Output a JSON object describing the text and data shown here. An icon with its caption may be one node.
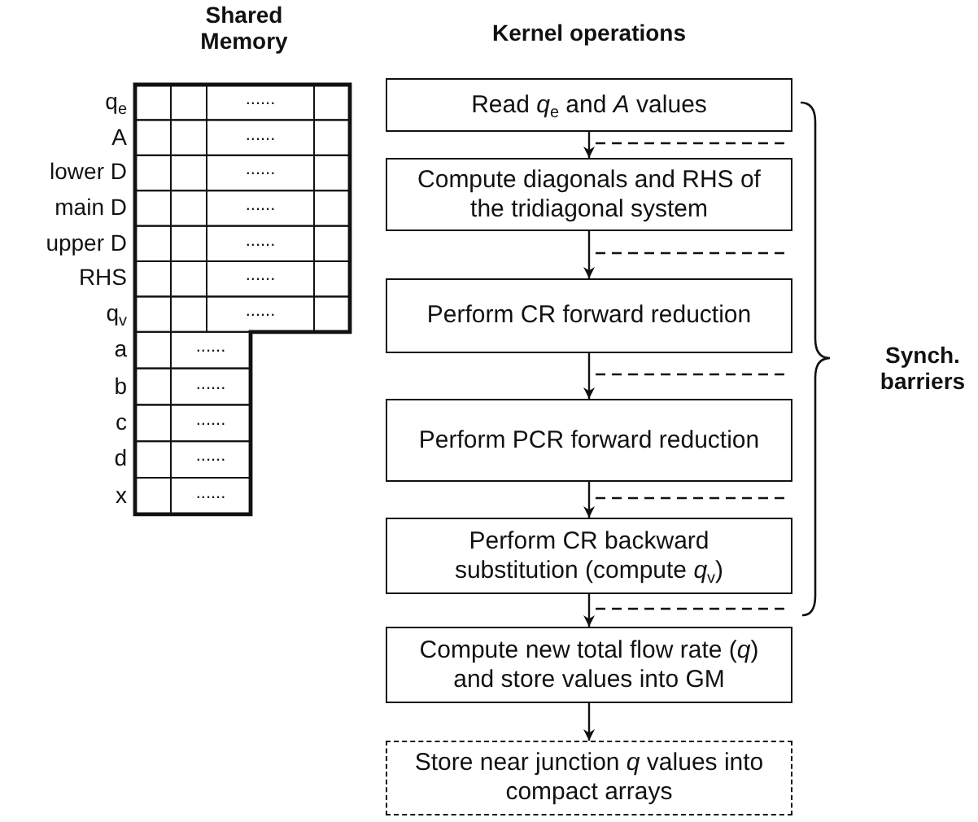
{
  "diagram": {
    "nodes": [
      {
        "text": [
          "Read *q*$_{e}$ and *A* values"
        ]
      },
      {
        "text": [
          "Compute diagonals and RHS of the tridiagonal system"
        ]
      },
      {
        "text": [
          "Perform CR forward reduction"
        ]
      },
      {
        "text": [
          "Perform PCR forward reduction"
        ]
      },
      {
        "text": [
          "Perform CR backward substitution (compute *q*$_{v}$)"
        ]
      },
      {
        "text": [
          "Compute new total flow rate (*q*) and store values into GM"
        ]
      },
      {
        "text": [
          "Store near junction *q* values into compact arrays"
        ]
      }
    ],
    "edges": [
      {
        "from": 0,
        "to": 1,
        "arrow": "to"
      },
      {
        "from": 1,
        "to": 2,
        "arrow": "to"
      },
      {
        "from": 2,
        "to": 3,
        "arrow": "to"
      },
      {
        "from": 3,
        "to": 4,
        "arrow": "to"
      },
      {
        "from": 4,
        "to": 5,
        "arrow": "to"
      },
      {
        "from": 5,
        "to": 6,
        "arrow": "to"
      }
    ],
    "labels": [
      "Shared Memory",
      "Kernel operations",
      "q$_{e}$",
      "......",
      "A",
      "......",
      "lower D",
      "......",
      "main D",
      "......",
      "upper D",
      "......",
      "RHS",
      "......",
      "q$_{v}$",
      "......",
      "a",
      "......",
      "b",
      "......",
      "c",
      "......",
      "d",
      "......",
      "x",
      "......",
      "Synch. barriers"
    ]
  }
}
